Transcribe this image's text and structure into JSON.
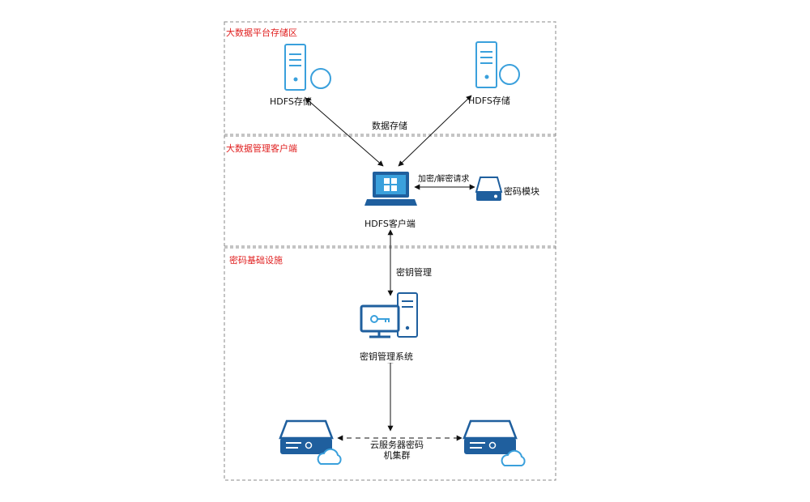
{
  "zones": {
    "storage": "大数据平台存储区",
    "client": "大数据管理客户端",
    "crypto": "密码基础设施"
  },
  "nodes": {
    "hdfs_left": "HDFS存储",
    "hdfs_right": "HDFS存储",
    "hdfs_client": "HDFS客户端",
    "crypto_module": "密码模块",
    "kms": "密钥管理系统",
    "cloud_cluster_line1": "云服务器密码",
    "cloud_cluster_line2": "机集群"
  },
  "edges": {
    "data_storage": "数据存储",
    "encrypt_decrypt": "加密/解密请求",
    "key_management": "密钥管理"
  },
  "colors": {
    "light_blue": "#3aa0dc",
    "dark_blue": "#1f5f9e",
    "zone_border": "#8a8a8a",
    "zone_text": "#e02020"
  }
}
